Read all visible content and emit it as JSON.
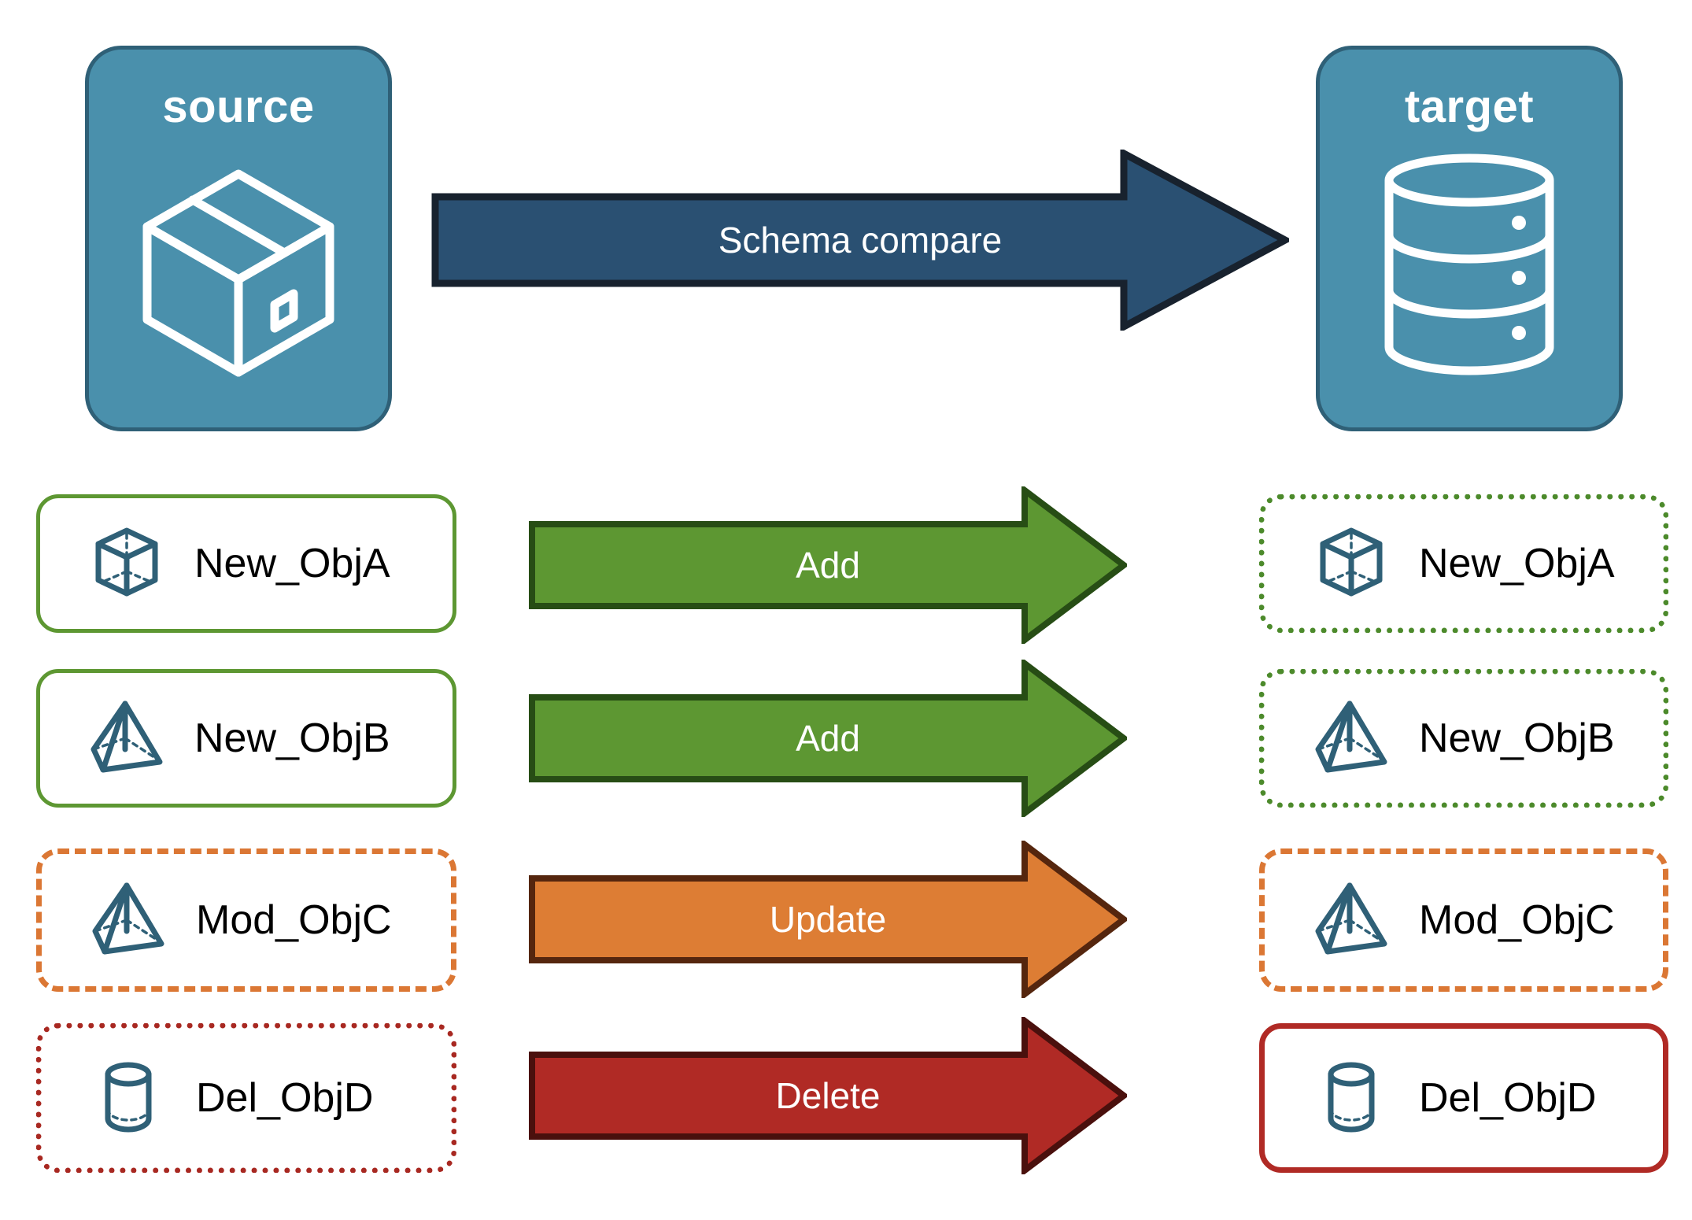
{
  "diagram": {
    "title": "Schema compare",
    "background": "#FFFFFF"
  },
  "endpoints": {
    "source": {
      "label": "source",
      "icon": "package-box-icon",
      "fill": "#4A90AC",
      "border": "#2F6077"
    },
    "target": {
      "label": "target",
      "icon": "database-cylinder-icon",
      "fill": "#4A90AC",
      "border": "#2F6077"
    }
  },
  "main_arrow": {
    "label": "Schema compare",
    "fill": "#2A5072",
    "stroke": "#18222E",
    "text_color": "#FFFFFF",
    "direction": "right"
  },
  "rows": [
    {
      "source": {
        "label": "New_ObjA",
        "icon": "wireframe-cube-icon",
        "border_color": "#5D9732",
        "border_style": "solid"
      },
      "arrow": {
        "label": "Add",
        "fill": "#5D9732",
        "stroke": "#274D15",
        "text_color": "#FFFFFF"
      },
      "target": {
        "label": "New_ObjA",
        "icon": "wireframe-cube-icon",
        "border_color": "#4C8A2B",
        "border_style": "dotted"
      }
    },
    {
      "source": {
        "label": "New_ObjB",
        "icon": "wireframe-pyramid-icon",
        "border_color": "#5D9732",
        "border_style": "solid"
      },
      "arrow": {
        "label": "Add",
        "fill": "#5D9732",
        "stroke": "#274D15",
        "text_color": "#FFFFFF"
      },
      "target": {
        "label": "New_ObjB",
        "icon": "wireframe-pyramid-icon",
        "border_color": "#4C8A2B",
        "border_style": "dotted"
      }
    },
    {
      "source": {
        "label": "Mod_ObjC",
        "icon": "wireframe-pyramid-icon",
        "border_color": "#DB7734",
        "border_style": "dashed"
      },
      "arrow": {
        "label": "Update",
        "fill": "#DD7D34",
        "stroke": "#55260E",
        "text_color": "#FFFFFF"
      },
      "target": {
        "label": "Mod_ObjC",
        "icon": "wireframe-pyramid-icon",
        "border_color": "#DB7734",
        "border_style": "dashed"
      }
    },
    {
      "source": {
        "label": "Del_ObjD",
        "icon": "wireframe-cylinder-icon",
        "border_color": "#A82821",
        "border_style": "dotted"
      },
      "arrow": {
        "label": "Delete",
        "fill": "#B02A25",
        "stroke": "#4A100D",
        "text_color": "#FFFFFF"
      },
      "target": {
        "label": "Del_ObjD",
        "icon": "wireframe-cylinder-icon",
        "border_color": "#B02A25",
        "border_style": "solid"
      }
    }
  ],
  "icon_color": "#2F6077"
}
